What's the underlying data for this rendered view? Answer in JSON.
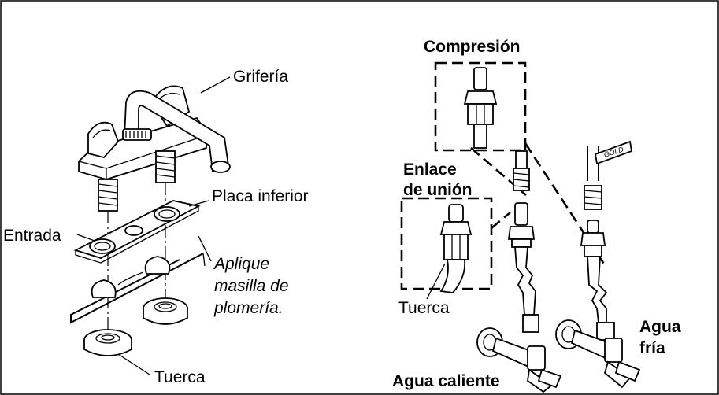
{
  "labels": {
    "griferia": "Grifería",
    "placa_inferior": "Placa inferior",
    "entrada": "Entrada",
    "aplique_1": "Aplique",
    "aplique_2": "masilla de",
    "aplique_3": "plomería.",
    "tuerca_left": "Tuerca",
    "compresion": "Compresión",
    "enlace_1": "Enlace",
    "enlace_2": "de unión",
    "tuerca_right": "Tuerca",
    "agua_fria_1": "Agua",
    "agua_fria_2": "fría",
    "agua_caliente": "Agua caliente",
    "gold_tag": "GOLD"
  }
}
